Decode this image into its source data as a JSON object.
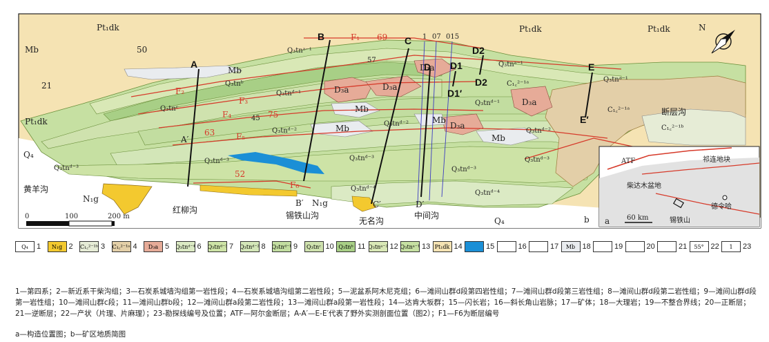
{
  "colors": {
    "pt1dk": "#f5e3b3",
    "q3tn_a1": "#c6e0a2",
    "q3tn_a2": "#d9e8b6",
    "q3tn_b": "#a8cf86",
    "q3tn_c": "#cfe2ae",
    "q3tn_d1": "#c2dda0",
    "q3tn_d2": "#d3e6b8",
    "q3tn_d3": "#cde3a6",
    "q3tn_d4": "#dbeac4",
    "d3a": "#e6ab98",
    "c21a": "#e3cfa8",
    "c21b": "#e6ecd6",
    "n1g": "#f3c92f",
    "q4": "#ffffff",
    "mb": "#e9ecef",
    "granite": "#1b8fd6",
    "fault": "#d63a2a",
    "frame": "#222222"
  },
  "map_labels": {
    "pt1dk_1": "Pt₁dk",
    "pt1dk_2": "Pt₁dk",
    "pt1dk_3": "Pt₁dk",
    "pt1dk_4": "Pt₁dk",
    "mb_1": "Mb",
    "mb_2": "Mb",
    "mb_3": "Mb",
    "mb_4": "Mb",
    "mb_5": "Mb",
    "mb_6": "Mb",
    "q4_1": "Q₄",
    "q4_2": "Q₄",
    "n1g_1": "N₁g",
    "n1g_2": "N₁g",
    "q3tnc": "Q₃tnᶜ",
    "q3tnb": "Q₃tnᵇ",
    "q3tna1_1": "Q₃tnᵃ⁻¹",
    "q3tna1_2": "Q₃tnᵃ⁻¹",
    "q3tna1_3": "Q₃tnᵃ⁻¹",
    "q3tnd1_1": "Q₃tnᵈ⁻¹",
    "q3tnd1_2": "Q₃tnᵈ⁻¹",
    "q3tnd2_1": "Q₃tnᵈ⁻²",
    "q3tnd2_2": "Q₃tnᵈ⁻²",
    "q3tnd2_3": "Q₃tnᵈ⁻²",
    "q3tnd3_1": "Q₃tnᵈ⁻³",
    "q3tnd3_2": "Q₃tnᵈ⁻³",
    "q3tnd3_3": "Q₃tnᵈ⁻³",
    "q3tnd3_4": "Q₃tnᵈ⁻³",
    "q3tnd3_5": "Q₃tnᵈ⁻³",
    "q3tnd4_1": "Q₃tnᵈ⁻⁴",
    "q3tnd4_2": "Q₃tnᵈ⁻⁴",
    "d3a_1": "D₃a",
    "d3a_2": "D₃a",
    "d3a_3": "D₃a",
    "d3a_4": "D₃a",
    "d3a_5": "D₃a",
    "c1_1": "C₁꜀²⁻¹ᵃ",
    "c1_2": "C₁꜀²⁻¹ᵃ",
    "c1_3": "C₁꜀²⁻¹ᵇ",
    "dip_50": "50",
    "dip_21": "21",
    "dip_45": "45",
    "dip_69": "69",
    "dip_75": "75",
    "dip_63": "63",
    "dip_52": "52",
    "dip_57": "57",
    "f1": "F₁",
    "f2": "F₂",
    "f3": "F₃",
    "f4": "F₄",
    "f5": "F₅",
    "f6": "F₆",
    "sec_A": "A",
    "sec_A2": "A′",
    "sec_B": "B",
    "sec_B2": "B′",
    "sec_C": "C",
    "sec_C2": "C′",
    "sec_D": "D",
    "sec_D2": "D′",
    "sec_D1": "D1",
    "sec_D1p": "D1′",
    "sec_D2n": "D2",
    "sec_D2b": "D2",
    "sec_E": "E",
    "sec_E2": "E′",
    "line_1": "1",
    "line_07": "07",
    "line_015": "015",
    "place_huangyang": "黄羊沟",
    "place_hongliu": "红柳沟",
    "place_xitie": "锡铁山沟",
    "place_wuming": "无名沟",
    "place_zhongjian": "中间沟",
    "place_duanceng": "断层沟",
    "scale_0": "0",
    "scale_100": "100",
    "scale_200": "200 m",
    "north": "N",
    "b_label": "b"
  },
  "inset": {
    "label_a": "a",
    "atf": "ATF",
    "qilian": "祁连地块",
    "qaidam": "柴达木盆地",
    "delingha": "德令哈",
    "xitieshan": "锡铁山",
    "scale": "60 km"
  },
  "legend": [
    {
      "num": "1",
      "text": "Q₄",
      "color": "#ffffff"
    },
    {
      "num": "2",
      "text": "N₁g",
      "color": "#f3c92f"
    },
    {
      "num": "3",
      "text": "C₁꜀²⁻¹ᵇ",
      "color": "#e6ecd6"
    },
    {
      "num": "4",
      "text": "C₁꜀²⁻¹ᵃ",
      "color": "#e3cfa8"
    },
    {
      "num": "5",
      "text": "D₃a",
      "color": "#e6ab98"
    },
    {
      "num": "6",
      "text": "Q₃tnᵈ⁻⁴",
      "color": "#dbeac4"
    },
    {
      "num": "7",
      "text": "Q₃tnᵈ⁻³",
      "color": "#cde3a6"
    },
    {
      "num": "8",
      "text": "Q₃tnᵈ⁻²",
      "color": "#d3e6b8"
    },
    {
      "num": "9",
      "text": "Q₃tnᵈ⁻¹",
      "color": "#c2dda0"
    },
    {
      "num": "10",
      "text": "Q₃tnᶜ",
      "color": "#cfe2ae"
    },
    {
      "num": "11",
      "text": "Q₃tnᵇ",
      "color": "#a8cf86"
    },
    {
      "num": "12",
      "text": "Q₃tnᵃ⁻²",
      "color": "#d9e8b6"
    },
    {
      "num": "13",
      "text": "Q₃tnᵃ⁻¹",
      "color": "#c6e0a2"
    },
    {
      "num": "14",
      "text": "Pt₁dk",
      "color": "#f5e3b3"
    },
    {
      "num": "15",
      "text": "",
      "color": "#1b8fd6"
    },
    {
      "num": "16",
      "text": "",
      "color": "#ffffff"
    },
    {
      "num": "17",
      "text": "",
      "color": "#ffffff"
    },
    {
      "num": "18",
      "text": "Mb",
      "color": "#e9ecef"
    },
    {
      "num": "19",
      "text": "",
      "color": "#ffffff"
    },
    {
      "num": "20",
      "text": "",
      "color": "#ffffff"
    },
    {
      "num": "21",
      "text": "",
      "color": "#ffffff"
    },
    {
      "num": "22",
      "text": "55°",
      "color": "#ffffff"
    },
    {
      "num": "23",
      "text": "1",
      "color": "#ffffff"
    }
  ],
  "caption": "1—第四系；2—新近系干柴沟组；3—石炭系城墙沟组第一岩性段；4—石炭系城墙沟组第二岩性段；5—泥盆系阿木尼克组；6—滩间山群d段第四岩性组；7—滩间山群d段第三岩性组；8—滩间山群d段第二岩性组；9—滩间山群d段第一岩性组；10—滩间山群c段；11—滩间山群b段；12—滩间山群a段第二岩性段；13—滩间山群a段第一岩性段；14—达肯大坂群；15—闪长岩；16—斜长角山岩脉；17—矿体；18—大理岩；19—不整合界线；20—正断层；21—逆断层；22—产状（片理、片麻理）；23-勘探线编号及位置；ATF—阿尔金断层；A-A′—E-E′代表了野外实测剖面位置（图2）；F1—F6为断层编号",
  "subcaption": "a—构造位置图；b—矿区地质简图"
}
